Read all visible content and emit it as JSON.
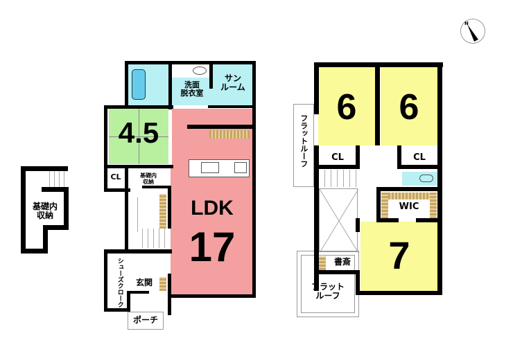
{
  "compass": {
    "label": "N",
    "icon": "north-arrow-icon"
  },
  "colors": {
    "ldk": "#f4a0a0",
    "tatami": "#b8f0a0",
    "bedroom": "#fafa98",
    "water": "#b8f0f4",
    "shelf": "#c9a560",
    "wall": "#000000"
  },
  "basement": {
    "storage_label_1": "基礎内",
    "storage_label_2": "収納"
  },
  "floor1": {
    "sunroom_1": "サン",
    "sunroom_2": "ルーム",
    "washroom_1": "洗面",
    "washroom_2": "脱衣室",
    "tatami_size": "4.5",
    "tatami_cl": "CL",
    "under_storage_1": "基礎内",
    "under_storage_2": "収納",
    "ldk_label": "LDK",
    "ldk_size": "17",
    "shoe_closet": "シューズクローク",
    "entrance": "玄関",
    "porch": "ポーチ"
  },
  "floor2": {
    "bedroom_left_size": "6",
    "bedroom_right_size": "6",
    "cl_left": "CL",
    "cl_right": "CL",
    "flat_roof_left": "フラットルーフ",
    "wic": "WIC",
    "bedroom_main_size": "7",
    "study": "書斎",
    "flat_roof_bottom_1": "フラット",
    "flat_roof_bottom_2": "ルーフ"
  }
}
